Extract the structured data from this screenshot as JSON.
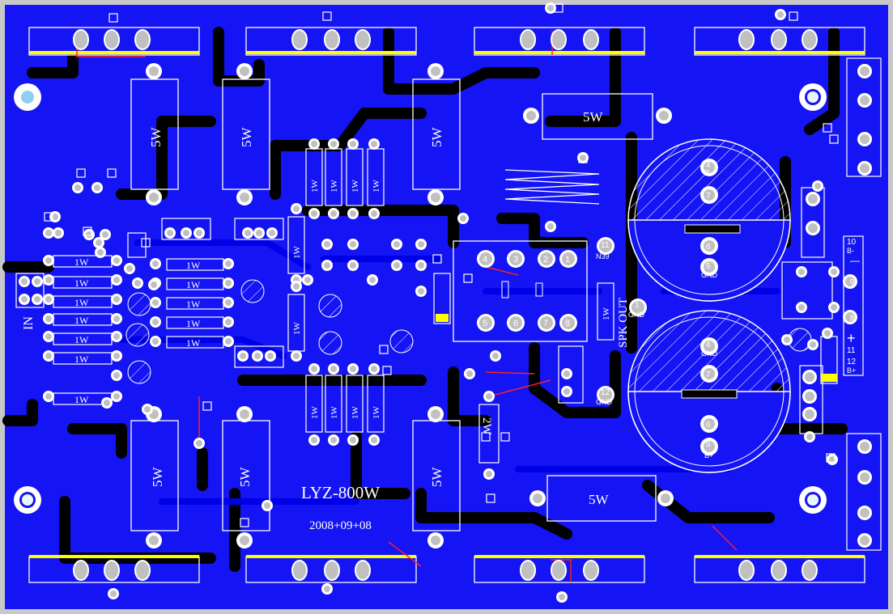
{
  "colors": {
    "board": "#1414f5",
    "trace": "#0000e6",
    "gap": "#000000",
    "silkscreen": "#ffffff",
    "pad": "#c0c0c0",
    "highlight": "#ffff00",
    "jumper": "#ff2020",
    "frame": "#c8c8c8"
  },
  "board": {
    "title": "LYZ-800W",
    "date": "2008+09+08",
    "input_label": "IN",
    "output_label": "SPK OUT"
  },
  "power_resistors": {
    "label": "5W",
    "count": 8
  },
  "small_resistors": {
    "label": "1W"
  },
  "capacitors": {
    "upper": [
      "4",
      "B-",
      "7",
      "6",
      "5",
      "GND"
    ],
    "lower": [
      "4",
      "GND",
      "7",
      "6",
      "5",
      "B+"
    ]
  },
  "relay_pins": [
    "4",
    "3",
    "2",
    "1",
    "5",
    "6",
    "7",
    "8"
  ],
  "connector_pins": [
    "10",
    "B-",
    "9",
    "8",
    "11",
    "12",
    "B+"
  ],
  "misc_labels": {
    "n39_pin": "11",
    "n39_name": "N39",
    "out1": "1",
    "out1_gnd": "GND",
    "out12": "12",
    "out12_gnd": "GND",
    "plus": "+",
    "minus": "—",
    "zener": "2W"
  }
}
